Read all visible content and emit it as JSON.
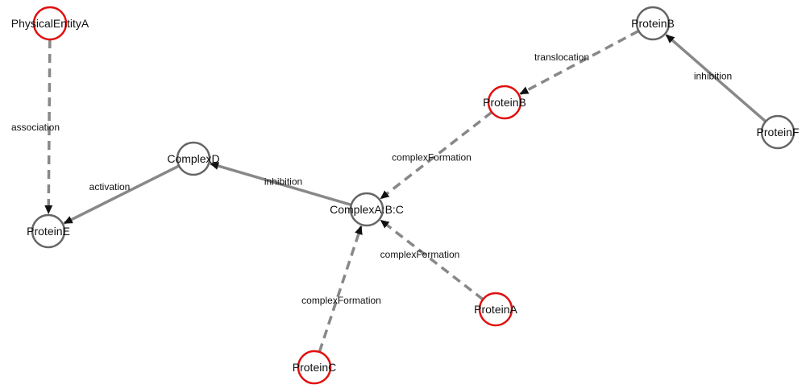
{
  "colors": {
    "edge": "#888888",
    "arrowhead": "#111111",
    "node_default_stroke": "#666666",
    "node_highlight_stroke": "#e01010",
    "background": "#ffffff"
  },
  "nodes": [
    {
      "id": "physicalEntityA",
      "label": "PhysicalEntityA",
      "highlighted": true
    },
    {
      "id": "proteinE",
      "label": "ProteinE",
      "highlighted": false
    },
    {
      "id": "complexD",
      "label": "ComplexD",
      "highlighted": false
    },
    {
      "id": "complexABC",
      "label": "ComplexA:B:C",
      "highlighted": false
    },
    {
      "id": "proteinB_red",
      "label": "ProteinB",
      "highlighted": true
    },
    {
      "id": "proteinB_top",
      "label": "ProteinB",
      "highlighted": false
    },
    {
      "id": "proteinF",
      "label": "ProteinF",
      "highlighted": false
    },
    {
      "id": "proteinA",
      "label": "ProteinA",
      "highlighted": true
    },
    {
      "id": "proteinC",
      "label": "ProteinC",
      "highlighted": true
    }
  ],
  "edges": [
    {
      "id": "e1",
      "from": "physicalEntityA",
      "to": "proteinE",
      "label": "association",
      "style": "dashed"
    },
    {
      "id": "e2",
      "from": "complexD",
      "to": "proteinE",
      "label": "activation",
      "style": "solid"
    },
    {
      "id": "e3",
      "from": "complexABC",
      "to": "complexD",
      "label": "inhibition",
      "style": "solid"
    },
    {
      "id": "e4",
      "from": "proteinB_red",
      "to": "complexABC",
      "label": "complexFormation",
      "style": "dashed"
    },
    {
      "id": "e5",
      "from": "proteinB_top",
      "to": "proteinB_red",
      "label": "translocation",
      "style": "dashed"
    },
    {
      "id": "e6",
      "from": "proteinF",
      "to": "proteinB_top",
      "label": "inhibition",
      "style": "solid"
    },
    {
      "id": "e7",
      "from": "proteinA",
      "to": "complexABC",
      "label": "complexFormation",
      "style": "dashed"
    },
    {
      "id": "e8",
      "from": "proteinC",
      "to": "complexABC",
      "label": "complexFormation",
      "style": "dashed"
    }
  ]
}
